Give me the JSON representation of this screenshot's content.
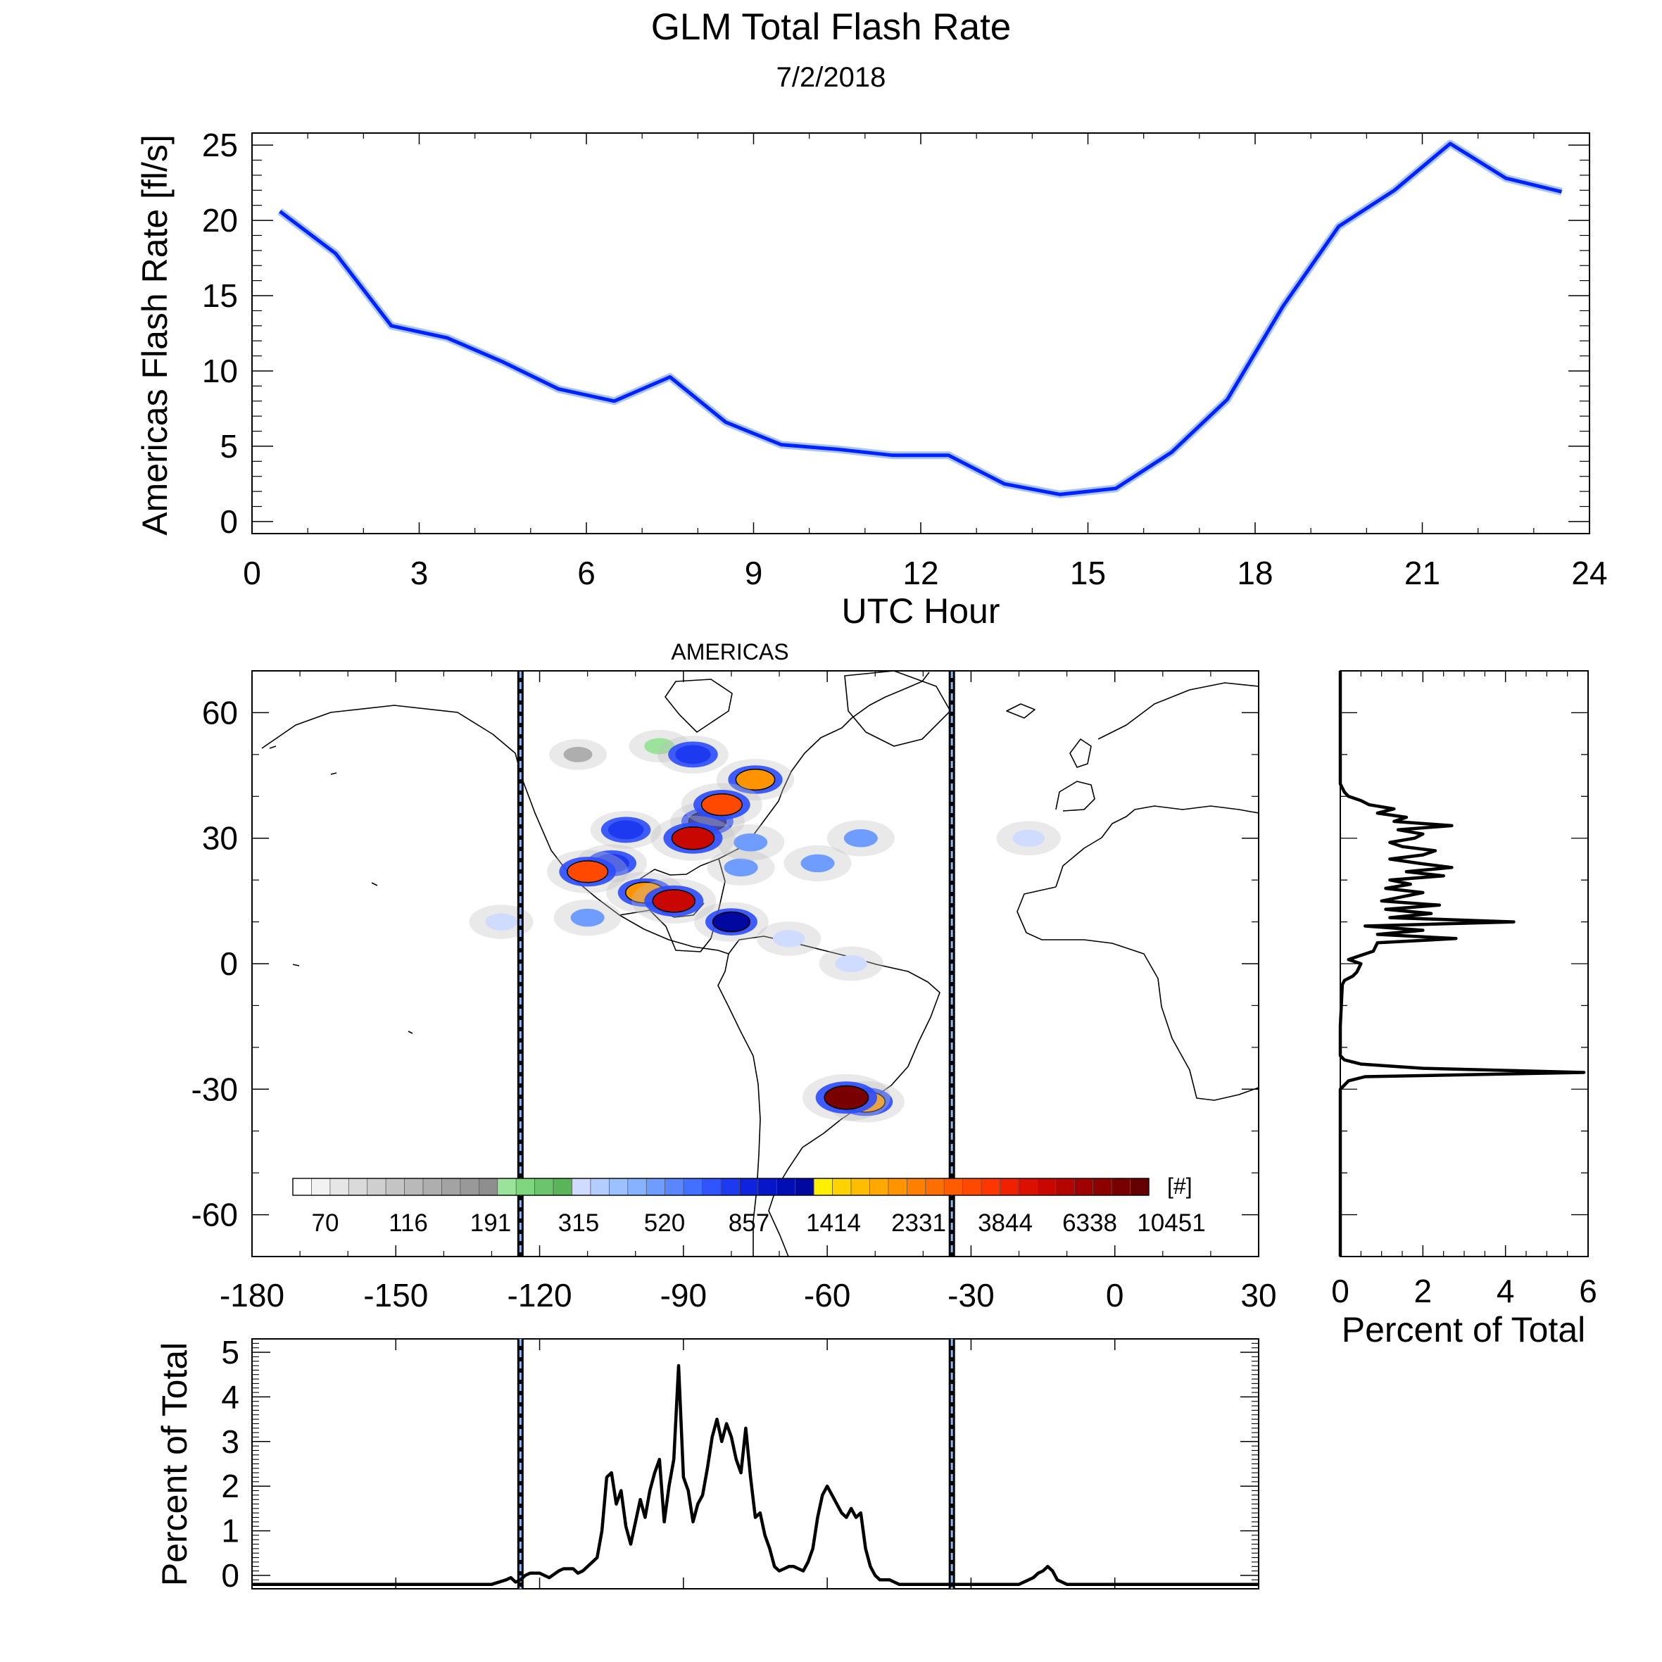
{
  "title": "GLM Total Flash Rate",
  "subtitle": "7/2/2018",
  "colors": {
    "series_line": "#0022ff",
    "series_halo": "#a9c4ff",
    "divider_dash": "#7fbcff",
    "profile_line": "#000000"
  },
  "chart_data": [
    {
      "type": "line",
      "title": "",
      "xlabel": "UTC Hour",
      "ylabel": "Americas Flash Rate [fl/s]",
      "xlim": [
        0,
        24
      ],
      "ylim": [
        -0.8,
        25.8
      ],
      "x_ticks": [
        0,
        3,
        6,
        9,
        12,
        15,
        18,
        21,
        24
      ],
      "y_ticks": [
        0,
        5,
        10,
        15,
        20,
        25
      ],
      "grid": false,
      "series": [
        {
          "x": [
            0.5,
            1.5,
            2.5,
            3.5,
            4.5,
            5.5,
            6.5,
            7.5,
            8.5,
            9.5,
            10.5,
            11.5,
            12.5,
            13.5,
            14.5,
            15.5,
            16.5,
            17.5,
            18.5,
            19.5,
            20.5,
            21.5,
            22.5,
            23.5
          ],
          "values": [
            20.6,
            17.8,
            13.0,
            12.2,
            10.6,
            8.8,
            8.0,
            9.6,
            6.6,
            5.1,
            4.8,
            4.4,
            4.4,
            2.5,
            1.8,
            2.2,
            4.6,
            8.1,
            14.3,
            19.6,
            22.0,
            25.1,
            22.8,
            21.9
          ]
        }
      ]
    },
    {
      "type": "heatmap",
      "title": "AMERICAS",
      "xlabel": "",
      "ylabel": "",
      "xlim": [
        -180,
        30
      ],
      "ylim": [
        -70,
        70
      ],
      "x_ticks": [
        -180,
        -150,
        -120,
        -90,
        -60,
        -30,
        0,
        30
      ],
      "y_ticks": [
        60,
        30,
        0,
        -30,
        -60
      ],
      "boundary_lines_lon": [
        -124,
        -34
      ],
      "colorbar": {
        "unit": "[#]",
        "tick_labels": [
          "70",
          "116",
          "191",
          "315",
          "520",
          "857",
          "1414",
          "2331",
          "3844",
          "6338",
          "10451"
        ],
        "colors": [
          "#ffffff",
          "#f2f2f2",
          "#e6e6e6",
          "#dadada",
          "#cfcfcf",
          "#c4c4c4",
          "#b9b9b9",
          "#aeaeae",
          "#a3a3a3",
          "#999999",
          "#8e8e8e",
          "#9be29b",
          "#7fd67f",
          "#6cc46c",
          "#5ab55a",
          "#cfdcff",
          "#b3cdff",
          "#9dc0ff",
          "#87b2ff",
          "#6f9cff",
          "#5a86ff",
          "#4470ff",
          "#3055ff",
          "#1e3af0",
          "#0f22dd",
          "#0616c8",
          "#000eb4",
          "#0008a0",
          "#fff000",
          "#ffd200",
          "#ffbd00",
          "#ffa800",
          "#ff9400",
          "#ff8000",
          "#ff6e00",
          "#ff5b00",
          "#ff4900",
          "#ff3600",
          "#f02000",
          "#dc1000",
          "#c80800",
          "#b40400",
          "#a00000",
          "#8c0000",
          "#780000",
          "#640000"
        ]
      },
      "data": [
        {
          "lon": -95,
          "lat": 52,
          "value": 191
        },
        {
          "lon": -112,
          "lat": 50,
          "value": 120
        },
        {
          "lon": -88,
          "lat": 50,
          "value": 857
        },
        {
          "lon": -75,
          "lat": 44,
          "value": 2331
        },
        {
          "lon": -82,
          "lat": 38,
          "value": 3844
        },
        {
          "lon": -85,
          "lat": 34,
          "value": 1414
        },
        {
          "lon": -88,
          "lat": 30,
          "value": 6338
        },
        {
          "lon": -102,
          "lat": 32,
          "value": 857
        },
        {
          "lon": -105,
          "lat": 24,
          "value": 857
        },
        {
          "lon": -110,
          "lat": 22,
          "value": 3844
        },
        {
          "lon": -92,
          "lat": 15,
          "value": 6338
        },
        {
          "lon": -98,
          "lat": 17,
          "value": 2331
        },
        {
          "lon": -80,
          "lat": 10,
          "value": 1414
        },
        {
          "lon": -110,
          "lat": 11,
          "value": 520
        },
        {
          "lon": -128,
          "lat": 10,
          "value": 315
        },
        {
          "lon": -62,
          "lat": 24,
          "value": 520
        },
        {
          "lon": -53,
          "lat": 30,
          "value": 520
        },
        {
          "lon": -68,
          "lat": 6,
          "value": 315
        },
        {
          "lon": -55,
          "lat": 0,
          "value": 315
        },
        {
          "lon": -56,
          "lat": -32,
          "value": 10451
        },
        {
          "lon": -52,
          "lat": -33,
          "value": 2331
        },
        {
          "lon": -18,
          "lat": 30,
          "value": 315
        },
        {
          "lon": -78,
          "lat": 23,
          "value": 520
        },
        {
          "lon": -76,
          "lat": 29,
          "value": 520
        }
      ]
    },
    {
      "type": "line",
      "title": "",
      "xlabel": "Percent of Total",
      "ylabel": "",
      "xlim": [
        0,
        6
      ],
      "ylim": [
        -70,
        70
      ],
      "x_ticks": [
        0,
        2,
        4,
        6
      ],
      "grid": false,
      "series": [
        {
          "lat": [
            -70,
            -30,
            -29,
            -28,
            -27,
            -26,
            -25,
            -24,
            -23,
            -22,
            -15,
            -5,
            -4,
            -3,
            -2,
            0,
            1,
            2,
            3,
            5,
            6,
            7,
            8,
            9,
            10,
            11,
            12,
            13,
            14,
            15,
            16,
            17,
            18,
            19,
            20,
            21,
            22,
            23,
            24,
            25,
            26,
            27,
            28,
            29,
            30,
            31,
            32,
            33,
            34,
            35,
            36,
            37,
            38,
            39,
            40,
            41,
            42,
            43,
            44,
            45,
            70
          ],
          "values": [
            0,
            0,
            0.1,
            0.2,
            0.6,
            5.9,
            2.0,
            0.5,
            0.1,
            0,
            0,
            0.05,
            0.1,
            0.3,
            0.4,
            0.5,
            0.2,
            0.5,
            0.8,
            0.9,
            2.8,
            0.9,
            2.0,
            0.6,
            4.2,
            1.2,
            2.2,
            1.1,
            2.4,
            1.0,
            1.5,
            2.0,
            1.1,
            1.7,
            1.2,
            2.5,
            1.6,
            2.7,
            1.9,
            1.2,
            2.0,
            2.3,
            1.5,
            1.2,
            1.8,
            2.0,
            1.4,
            2.7,
            1.3,
            1.6,
            0.9,
            1.3,
            0.7,
            0.5,
            0.2,
            0.1,
            0.05,
            0,
            0,
            0,
            0
          ]
        }
      ]
    },
    {
      "type": "line",
      "title": "",
      "xlabel": "",
      "ylabel": "Percent of Total",
      "xlim": [
        -180,
        30
      ],
      "ylim": [
        -0.3,
        5.3
      ],
      "y_ticks": [
        0,
        1,
        2,
        3,
        4,
        5
      ],
      "grid": false,
      "series": [
        {
          "lon": [
            -180,
            -130,
            -127,
            -126,
            -125,
            -124,
            -123,
            -122,
            -120,
            -119,
            -118,
            -116,
            -115,
            -113,
            -112,
            -111,
            -110,
            -109,
            -108,
            -107,
            -106,
            -105,
            -104,
            -103,
            -102,
            -101,
            -100,
            -99,
            -98,
            -97,
            -96,
            -95,
            -94,
            -93,
            -92,
            -91,
            -90,
            -89,
            -88,
            -87,
            -86,
            -85,
            -84,
            -83,
            -82,
            -81,
            -80,
            -79,
            -78,
            -77,
            -76,
            -75,
            -74,
            -73,
            -72,
            -71,
            -70,
            -69,
            -68,
            -67,
            -66,
            -65,
            -64,
            -63,
            -62,
            -61,
            -60,
            -59,
            -58,
            -57,
            -56,
            -55,
            -54,
            -53,
            -52,
            -51,
            -50,
            -49,
            -48,
            -47,
            -46,
            -45,
            -40,
            -36,
            -34,
            -20,
            -17,
            -16,
            -15,
            -14,
            -13,
            -12,
            -10,
            30
          ],
          "values": [
            -0.2,
            -0.2,
            -0.1,
            -0.05,
            -0.15,
            -0.1,
            0,
            0.05,
            0.05,
            0,
            -0.05,
            0.1,
            0.15,
            0.15,
            0.05,
            0.1,
            0.2,
            0.3,
            0.4,
            1.0,
            2.2,
            2.3,
            1.6,
            1.9,
            1.1,
            0.7,
            1.2,
            1.7,
            1.3,
            1.9,
            2.3,
            2.6,
            1.2,
            2.0,
            2.6,
            4.7,
            2.2,
            1.9,
            1.2,
            1.6,
            1.8,
            2.4,
            3.1,
            3.5,
            3.0,
            3.4,
            3.1,
            2.6,
            2.3,
            3.3,
            2.2,
            1.3,
            1.4,
            0.9,
            0.6,
            0.2,
            0.1,
            0.15,
            0.2,
            0.2,
            0.15,
            0.1,
            0.3,
            0.6,
            1.3,
            1.8,
            2.0,
            1.8,
            1.6,
            1.4,
            1.3,
            1.5,
            1.3,
            1.4,
            0.6,
            0.2,
            0,
            -0.1,
            -0.1,
            -0.1,
            -0.15,
            -0.2,
            -0.2,
            -0.2,
            -0.2,
            -0.2,
            -0.05,
            0.05,
            0.1,
            0.2,
            0.1,
            -0.1,
            -0.2,
            -0.2
          ]
        }
      ]
    }
  ]
}
